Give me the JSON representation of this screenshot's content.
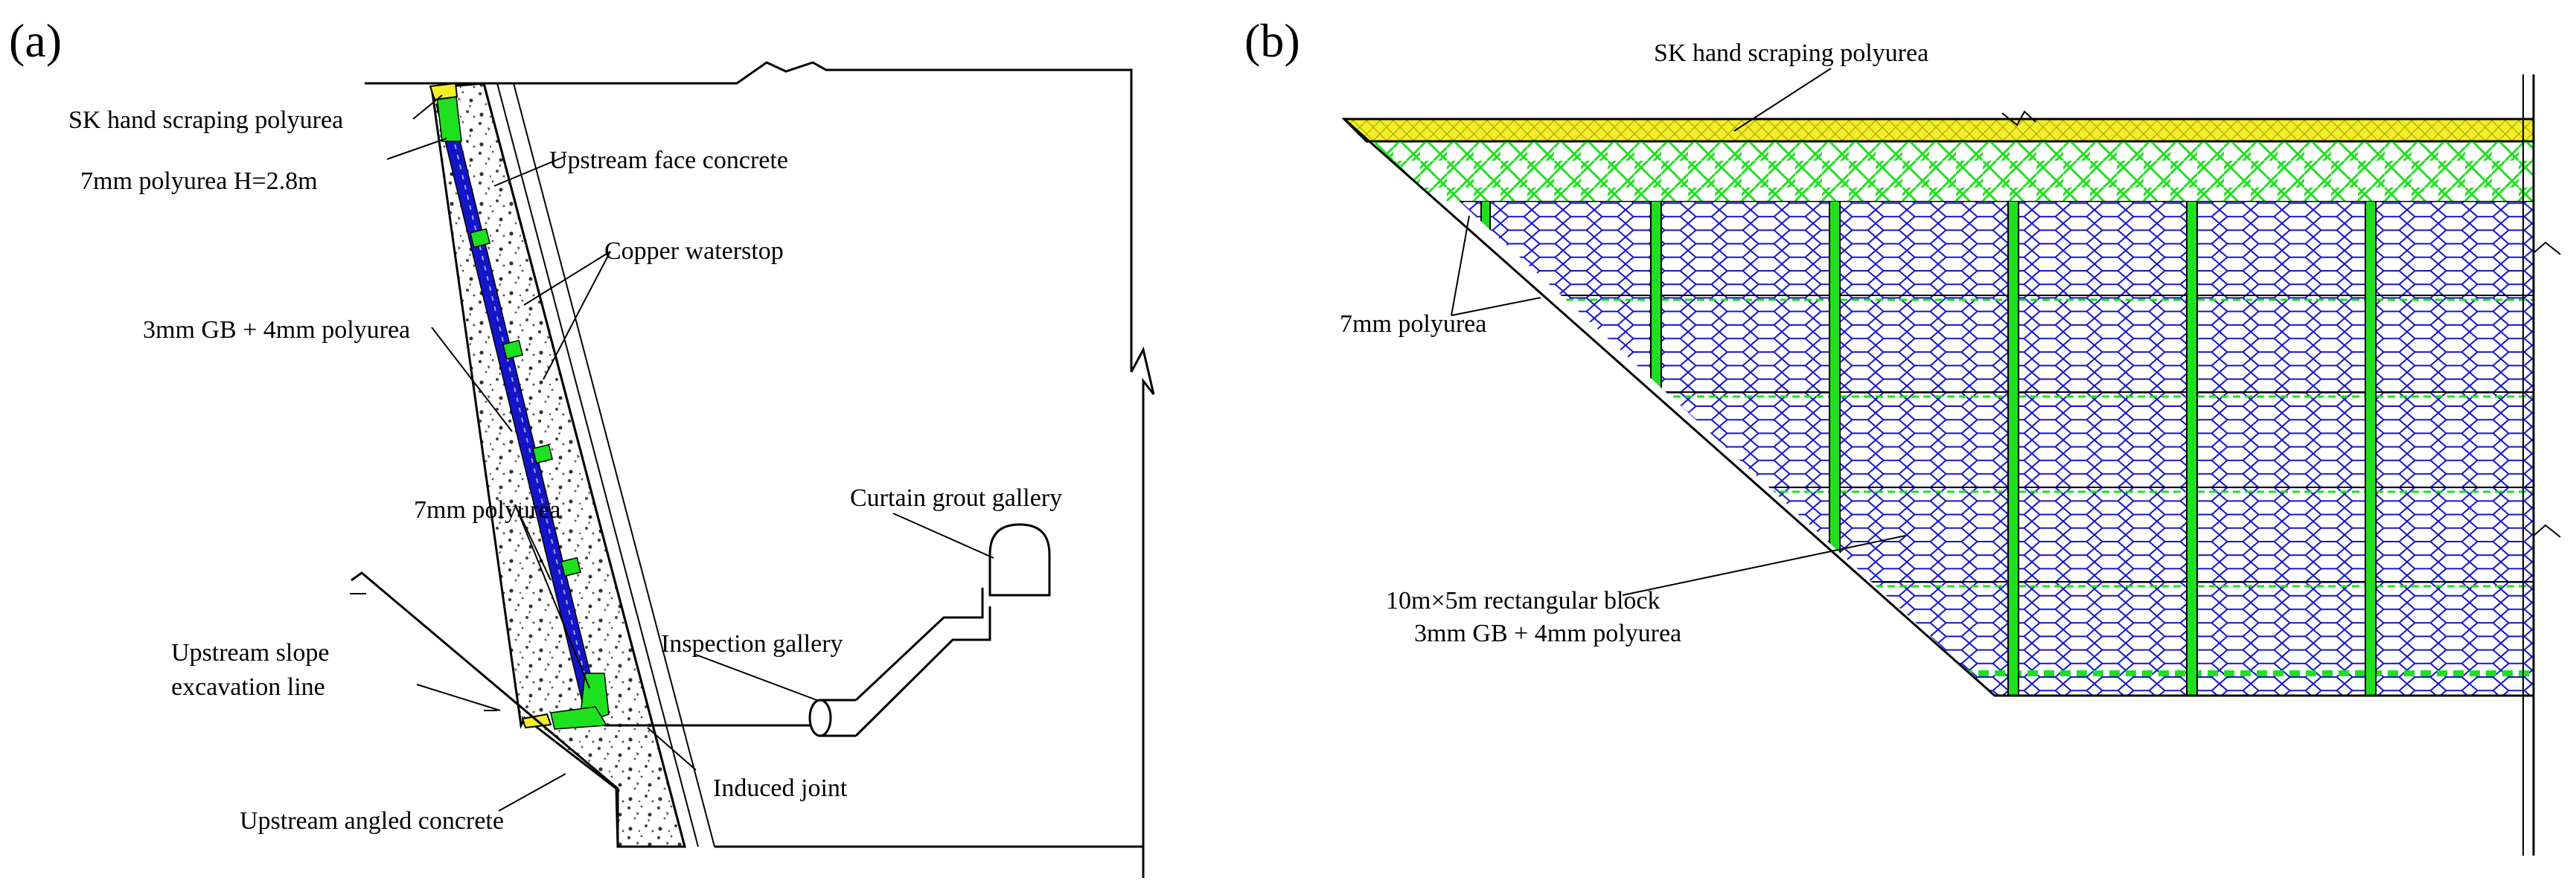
{
  "panel_a": {
    "tag": "(a)",
    "labels": {
      "sk_polyurea": "SK hand scraping polyurea",
      "polyurea_7mm_h": "7mm polyurea  H=2.8m",
      "upstream_face_concrete": "Upstream face concrete",
      "copper_waterstop": "Copper waterstop",
      "gb_polyurea": "3mm GB + 4mm polyurea",
      "polyurea_7mm": "7mm polyurea",
      "curtain_grout_gallery": "Curtain grout gallery",
      "inspection_gallery": "Inspection gallery",
      "slope_excavation_1": "Upstream slope",
      "slope_excavation_2": "excavation line",
      "induced_joint": "Induced joint",
      "angled_concrete": "Upstream angled concrete"
    }
  },
  "panel_b": {
    "tag": "(b)",
    "labels": {
      "sk_polyurea": "SK hand scraping polyurea",
      "polyurea_7mm": "7mm polyurea",
      "block_1": "10m×5m rectangular block",
      "block_2": "3mm GB + 4mm polyurea"
    }
  },
  "colors": {
    "polyurea_green": "#1fe01f",
    "gb_blue": "#1414c8",
    "sk_yellow": "#f2ef2a",
    "concrete_grey": "#555555"
  }
}
